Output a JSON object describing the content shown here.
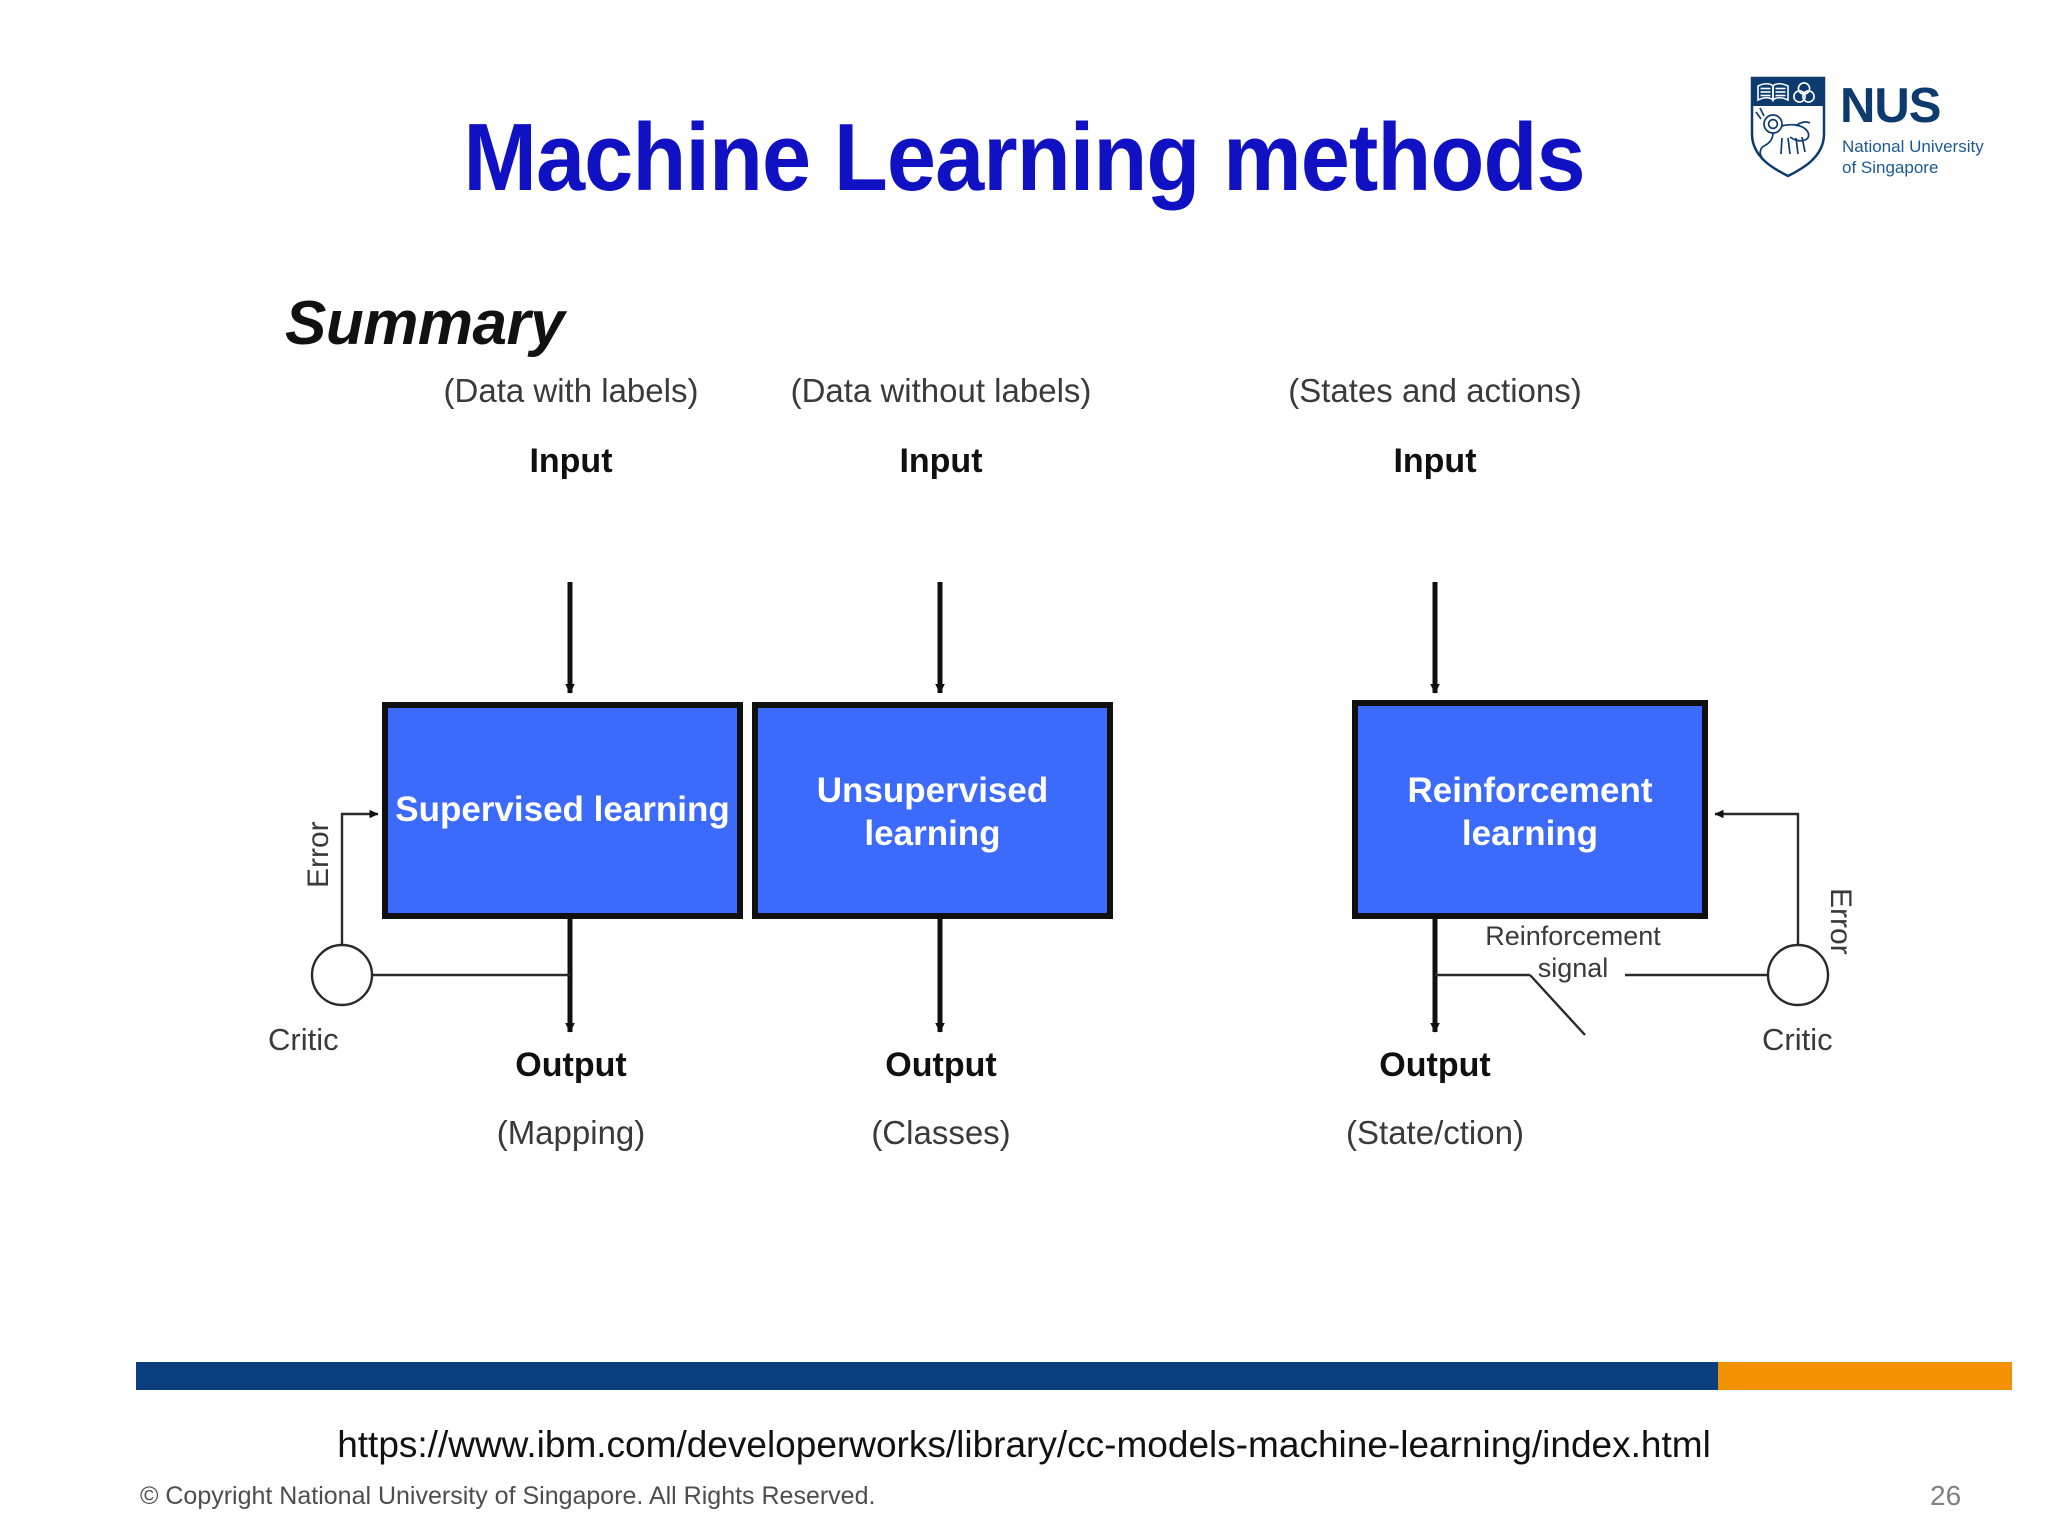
{
  "slide": {
    "title": "Machine Learning methods",
    "section_heading": "Summary",
    "page_number": "26",
    "source_url": "https://www.ibm.com/developerworks/library/cc-models-machine-learning/index.html",
    "copyright": "© Copyright National University of Singapore. All Rights Reserved.",
    "colors": {
      "title_blue": "#1111c4",
      "box_blue": "#3c6bfc",
      "box_border": "#111111",
      "bar_navy": "#0b3e7f",
      "bar_orange": "#f39200",
      "page_number_gray": "#808080"
    }
  },
  "logo": {
    "wordmark": "NUS",
    "line1": "National University",
    "line2": "of Singapore"
  },
  "diagram": {
    "columns": [
      {
        "input_caption": "(Data with labels)",
        "input_label": "Input",
        "box_label": "Supervised learning",
        "output_label": "Output",
        "output_caption": "(Mapping)",
        "feedback": {
          "error_label": "Error",
          "critic_label": "Critic",
          "signal_label": ""
        }
      },
      {
        "input_caption": "(Data without labels)",
        "input_label": "Input",
        "box_label": "Unsupervised learning",
        "box_label_line1": "Unsupervised",
        "box_label_line2": "learning",
        "output_label": "Output",
        "output_caption": "(Classes)",
        "feedback": null
      },
      {
        "input_caption": "(States and actions)",
        "input_label": "Input",
        "box_label": "Reinforcement learning",
        "box_label_line1": "Reinforcement",
        "box_label_line2": "learning",
        "output_label": "Output",
        "output_caption": "(State/ction)",
        "feedback": {
          "error_label": "Error",
          "critic_label": "Critic",
          "signal_label_line1": "Reinforcement",
          "signal_label_line2": "signal"
        }
      }
    ]
  }
}
